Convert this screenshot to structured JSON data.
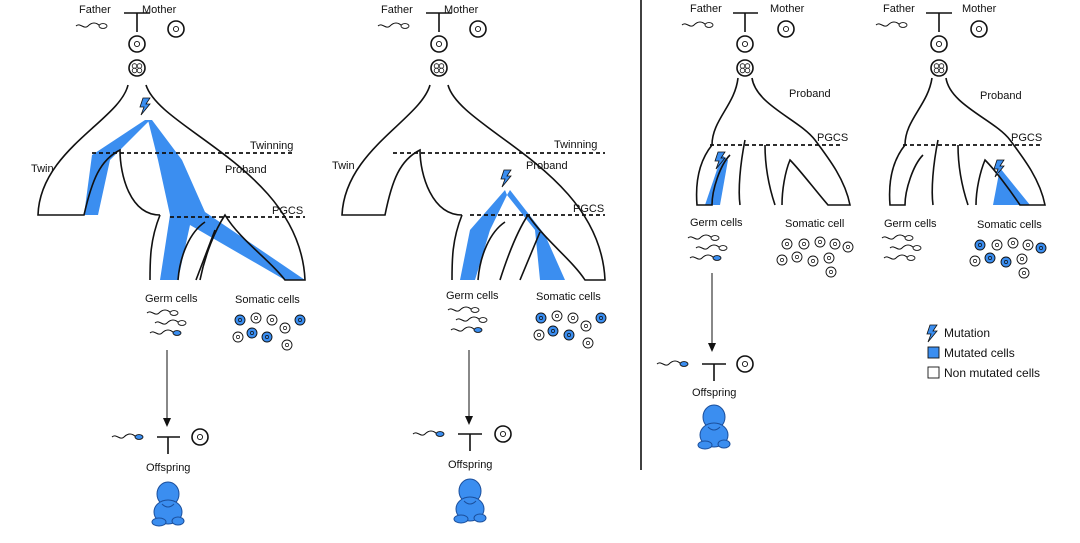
{
  "labels": {
    "father": "Father",
    "mother": "Mother",
    "twin": "Twin",
    "proband": "Proband",
    "twinning": "Twinning",
    "pgcs": "PGCS",
    "germ_cells": "Germ cells",
    "somatic_cells": "Somatic cells",
    "somatic_cell": "Somatic cell",
    "offspring": "Offspring"
  },
  "legend": {
    "mutation": "Mutation",
    "mutated_cells": "Mutated cells",
    "non_mutated_cells": "Non mutated cells"
  },
  "colors": {
    "mutation_blue": "#3b8ef0",
    "line": "#111111"
  }
}
